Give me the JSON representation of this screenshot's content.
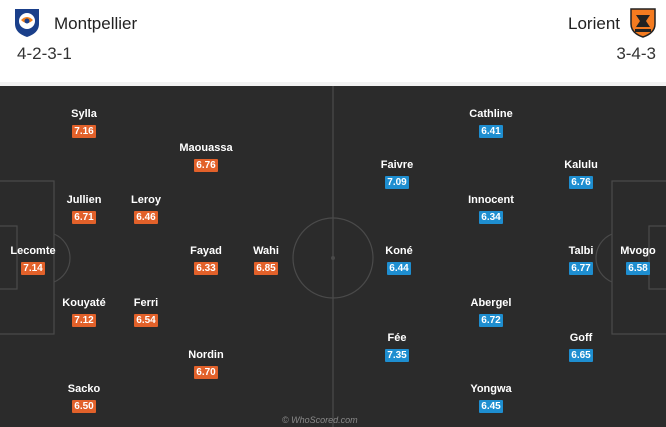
{
  "home": {
    "name": "Montpellier",
    "formation": "4-2-3-1",
    "players": [
      {
        "name": "Sylla",
        "rating": "7.16"
      },
      {
        "name": "Maouassa",
        "rating": "6.76"
      },
      {
        "name": "Jullien",
        "rating": "6.71"
      },
      {
        "name": "Leroy",
        "rating": "6.46"
      },
      {
        "name": "Lecomte",
        "rating": "7.14"
      },
      {
        "name": "Fayad",
        "rating": "6.33"
      },
      {
        "name": "Wahi",
        "rating": "6.85"
      },
      {
        "name": "Kouyaté",
        "rating": "7.12"
      },
      {
        "name": "Ferri",
        "rating": "6.54"
      },
      {
        "name": "Nordin",
        "rating": "6.70"
      },
      {
        "name": "Sacko",
        "rating": "6.50"
      }
    ]
  },
  "away": {
    "name": "Lorient",
    "formation": "3-4-3",
    "players": [
      {
        "name": "Cathline",
        "rating": "6.41"
      },
      {
        "name": "Faivre",
        "rating": "7.09"
      },
      {
        "name": "Kalulu",
        "rating": "6.76"
      },
      {
        "name": "Innocent",
        "rating": "6.34"
      },
      {
        "name": "Koné",
        "rating": "6.44"
      },
      {
        "name": "Talbi",
        "rating": "6.77"
      },
      {
        "name": "Mvogo",
        "rating": "6.58"
      },
      {
        "name": "Abergel",
        "rating": "6.72"
      },
      {
        "name": "Fée",
        "rating": "7.35"
      },
      {
        "name": "Goff",
        "rating": "6.65"
      },
      {
        "name": "Yongwa",
        "rating": "6.45"
      }
    ]
  },
  "watermark": "© WhoScored.com",
  "colors": {
    "home_rating": "#e2612a",
    "away_rating": "#1e8ed0",
    "pitch": "#2b2b2b"
  }
}
